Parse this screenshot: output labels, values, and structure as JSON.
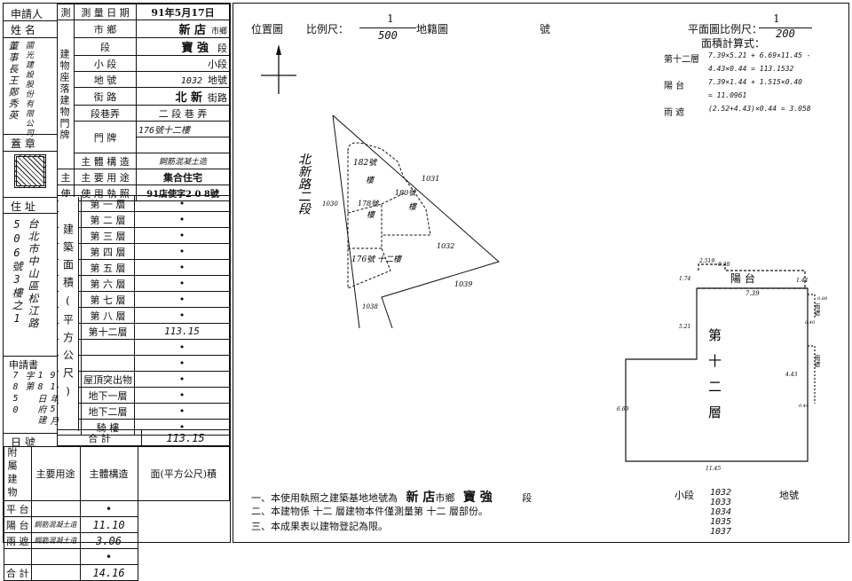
{
  "applicant": {
    "label_applicant": "申請人",
    "label_name": "姓  名",
    "name_text": "董事長王鄭秀英",
    "company_text": "國光建設股份有限公司",
    "stamp_label": "蓋  章",
    "address_label": "住  址",
    "address_text": "台北市中山區松江路506號3樓之1",
    "app_doc_label": "申請書",
    "app_doc_text": "91年5月18日府建字第7850",
    "date_label": "日  號"
  },
  "survey": {
    "date_label": "測 量 日 期",
    "date_value": "91年5月17日",
    "city_label": "市  鄉",
    "city_value": "新 店",
    "city_unit": "市鄉",
    "section_label": "段",
    "section_value": "寶 強",
    "section_unit": "段",
    "subsection_label": "小 段",
    "subsection_unit": "小段",
    "lot_label": "地 號",
    "lot_value": "1032",
    "lot_unit": "地號",
    "street_label": "街 路",
    "street_value": "北 新",
    "street_unit": "街路",
    "lane_label": "段巷弄",
    "lane_value": "二 段 巷 弄",
    "door_label": "門 牌",
    "door_value": "176號十二樓",
    "left_labels_a": [
      "建",
      "物",
      "座",
      "落",
      "建",
      "物",
      "門",
      "牌"
    ],
    "structure_label": "主 體 構 造",
    "structure_value": "鋼筋混凝土造",
    "use_label": "主 要 用 途",
    "use_value": "集合住宅",
    "permit_label": "使 用 執 照",
    "permit_value": "91店使字2 0 8號",
    "area_side_label": "建築面積(平方公尺)",
    "floors": [
      {
        "name": "第 一 層",
        "value": "•"
      },
      {
        "name": "第 二 層",
        "value": "•"
      },
      {
        "name": "第 三 層",
        "value": "•"
      },
      {
        "name": "第 四 層",
        "value": "•"
      },
      {
        "name": "第 五 層",
        "value": "•"
      },
      {
        "name": "第 六 層",
        "value": "•"
      },
      {
        "name": "第 七 層",
        "value": "•"
      },
      {
        "name": "第 八 層",
        "value": "•"
      },
      {
        "name": "第十二層",
        "value": "113.15"
      },
      {
        "name": "",
        "value": "•"
      },
      {
        "name": "",
        "value": "•"
      },
      {
        "name": "屋頂突出物",
        "value": "•"
      },
      {
        "name": "地下一層",
        "value": "•"
      },
      {
        "name": "地下二層",
        "value": "•"
      },
      {
        "name": "騎  樓",
        "value": "•"
      }
    ],
    "total_label": "合   計",
    "total_value": "113.15"
  },
  "attached": {
    "side_label": "附屬建物",
    "h_use": "主要用途",
    "h_struct": "主體構造",
    "h_area": "面(平方公尺)積",
    "rows": [
      {
        "use": "平 台",
        "struct": "",
        "area": "•"
      },
      {
        "use": "陽  台",
        "struct": "鋼筋混凝土造",
        "area": "11.10"
      },
      {
        "use": "雨  遮",
        "struct": "鋼筋混凝土造",
        "area": "3.06"
      },
      {
        "use": "",
        "struct": "",
        "area": "•"
      }
    ],
    "total_label": "合  計",
    "total_value": "14.16"
  },
  "location_map": {
    "title": "位置圖",
    "scale_label": "比例尺：",
    "scale_num": "1",
    "scale_den": "500",
    "cadastral_label": "地籍圖",
    "number_label": "號",
    "road_label": "北新路二段",
    "labels": [
      "182號",
      "樓",
      "180號",
      "樓",
      "178號",
      "樓",
      "176號 十二樓",
      "1031",
      "1030",
      "1032",
      "1039",
      "1038"
    ]
  },
  "floor_plan": {
    "scale_label": "平面圖比例尺：",
    "scale_num": "1",
    "scale_den": "200",
    "formula_label": "面積計算式：",
    "formulas": [
      {
        "name": "第十二層",
        "expr": "7.39×5.21 + 6.69×11.45 -"
      },
      {
        "name": "",
        "expr": "4.43×0.44 = 113.1532"
      },
      {
        "name": "陽  台",
        "expr": "7.39×1.44 + 1.515×0.40"
      },
      {
        "name": "",
        "expr": "= 11.0961"
      },
      {
        "name": "雨  遮",
        "expr": "(2.52+4.43)×0.44 = 3.058"
      }
    ],
    "plan_labels": {
      "balcony": "陽 台",
      "floor": "第十二層",
      "canopy_a": "雨遮",
      "canopy_b": "雨遮",
      "dims": [
        "2.519",
        "0.38",
        "1.74",
        "1.44",
        "7.39",
        "0.88",
        "0.40",
        "5.21",
        "0.44",
        "4.43",
        "6.69",
        "0.44",
        "11.45"
      ]
    }
  },
  "notes": {
    "line1_a": "一、本使用執照之建築基地地號為",
    "line1_city": "新 店",
    "line1_unit": "市鄉",
    "line1_section": "寶 強",
    "line1_sec_unit": "段",
    "line1_sub": "小段",
    "line1_lot_unit": "地號",
    "lots": [
      "1032",
      "1033",
      "1034",
      "1035",
      "1037"
    ],
    "line2": "二、本建物係 十二 層建物本件僅測量第 十二 層部份。",
    "line3": "三、本成果表以建物登記為限。"
  }
}
